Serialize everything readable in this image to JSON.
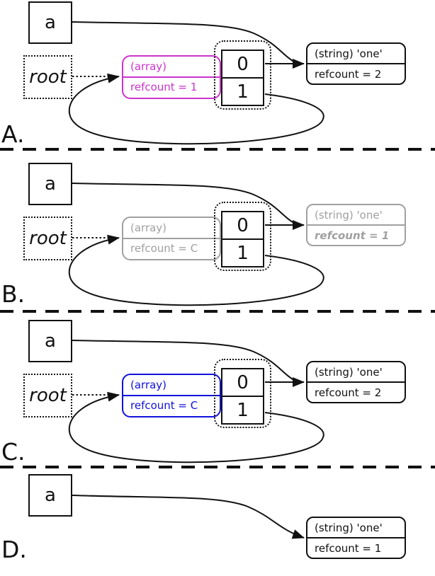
{
  "figure": {
    "description_labels": {
      "panel_a": "A.",
      "panel_b": "B.",
      "panel_c": "C.",
      "panel_d": "D."
    }
  },
  "colors": {
    "line": "#111111",
    "array_highlight_panel_a": "#cc33cc",
    "array_highlight_panel_c": "#1111dd",
    "faded_gray": "#a0a0a0"
  },
  "panels": [
    {
      "label": "A.",
      "var_label": "a",
      "root_label": "root",
      "array": {
        "type_label": "(array)",
        "refcount_label": "refcount = 1"
      },
      "slots": [
        "0",
        "1"
      ],
      "string": {
        "type_label": "(string) 'one'",
        "refcount_label": "refcount = 2"
      }
    },
    {
      "label": "B.",
      "var_label": "a",
      "root_label": "root",
      "array": {
        "type_label": "(array)",
        "refcount_label": "refcount = C"
      },
      "slots": [
        "0",
        "1"
      ],
      "string": {
        "type_label": "(string) 'one'",
        "refcount_label": "refcount = 1"
      }
    },
    {
      "label": "C.",
      "var_label": "a",
      "root_label": "root",
      "array": {
        "type_label": "(array)",
        "refcount_label": "refcount = C"
      },
      "slots": [
        "0",
        "1"
      ],
      "string": {
        "type_label": "(string) 'one'",
        "refcount_label": "refcount = 2"
      }
    },
    {
      "label": "D.",
      "var_label": "a",
      "string": {
        "type_label": "(string) 'one'",
        "refcount_label": "refcount = 1"
      }
    }
  ]
}
